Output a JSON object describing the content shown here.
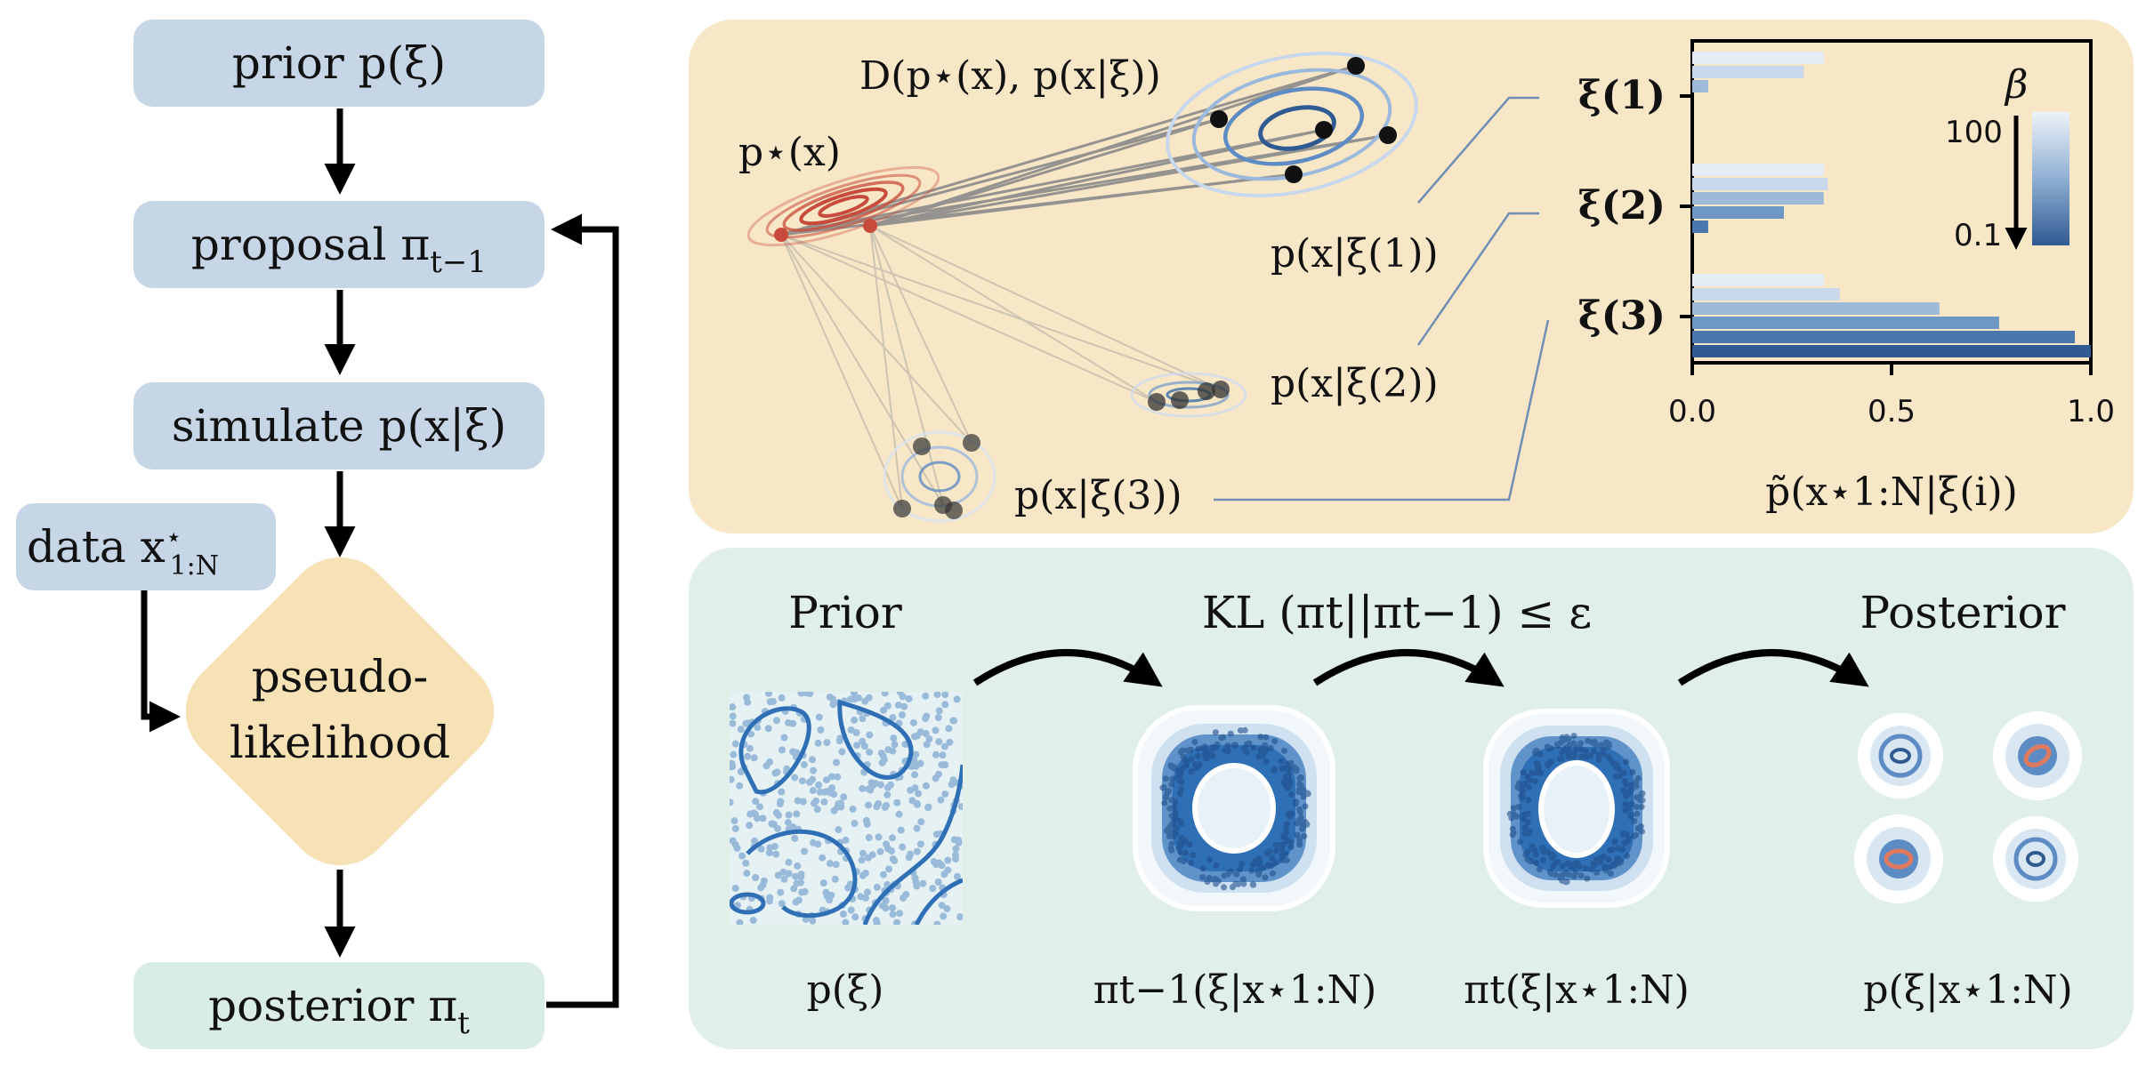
{
  "flowchart": {
    "prior": "prior p(ξ)",
    "proposal": "proposal π",
    "proposal_sub": "t−1",
    "simulate": "simulate p(x|ξ)",
    "data": "data x",
    "data_sup": "⋆",
    "data_sub": "1:N",
    "pseudo_line1": "pseudo-",
    "pseudo_line2": "likelihood",
    "posterior": "posterior π",
    "posterior_sub": "t"
  },
  "top_panel": {
    "distance_label": "D(p⋆(x), p(x|ξ))",
    "target_label": "p⋆(x)",
    "model1_label": "p(x|ξ(1))",
    "model2_label": "p(x|ξ(2))",
    "model3_label": "p(x|ξ(3))",
    "legend_symbol": "β",
    "legend_high": "100",
    "legend_low": "0.1",
    "colors": {
      "panel": "#f8e7c7",
      "target": "#c84a3a",
      "model": "#3a6ea5",
      "connector": "#8a8a8a"
    }
  },
  "chart_data": {
    "type": "bar",
    "orientation": "horizontal",
    "categories": [
      "ξ(1)",
      "ξ(2)",
      "ξ(3)"
    ],
    "beta_levels_top_to_bottom": [
      "100",
      "",
      "",
      "",
      "",
      "0.1"
    ],
    "series_values": [
      [
        0.33,
        0.28,
        0.04,
        0.0,
        0.0,
        0.0
      ],
      [
        0.33,
        0.34,
        0.33,
        0.23,
        0.04,
        0.0
      ],
      [
        0.33,
        0.37,
        0.62,
        0.77,
        0.96,
        1.0
      ]
    ],
    "xticks": [
      "0.0",
      "0.5",
      "1.0"
    ],
    "xlim": [
      0,
      1
    ],
    "xlabel": "p̃(x⋆1:N|ξ(i))",
    "shade_colors": [
      "#e6ecf4",
      "#c9d8ea",
      "#9dbad9",
      "#6d98c4",
      "#4a77ad",
      "#2f5a92"
    ]
  },
  "bottom_panel": {
    "prior_title": "Prior",
    "kl_title": "KL (πt||πt−1) ≤ ε",
    "posterior_title": "Posterior",
    "cap_prior": "p(ξ)",
    "cap_prev": "πt−1(ξ|x⋆1:N)",
    "cap_curr": "πt(ξ|x⋆1:N)",
    "cap_post": "p(ξ|x⋆1:N)",
    "colors": {
      "panel": "#e0efe8",
      "blue": "#2f6fb5",
      "accent": "#e07a5f"
    }
  }
}
